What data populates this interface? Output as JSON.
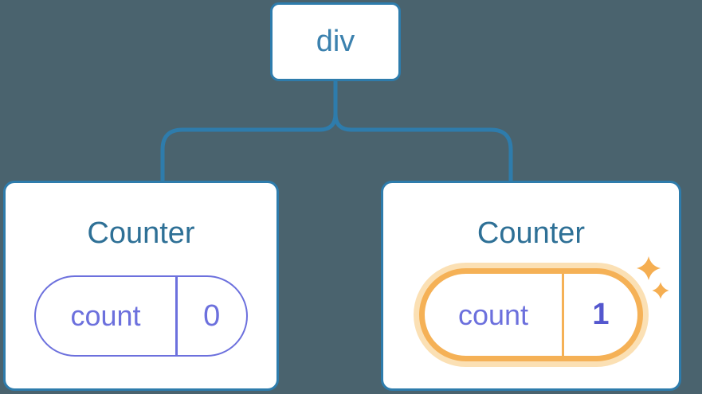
{
  "colors": {
    "background": "#4A636E",
    "connector": "#2E7CAC",
    "node_border": "#2E7CAC",
    "node_bg": "#FFFFFF",
    "root_label": "#3B81AE",
    "title": "#2E7096",
    "pill_border": "#6C70DD",
    "pill_text": "#6C70DD",
    "pill_value_highlight": "#5457CE",
    "highlight": "#F5B156",
    "highlight_halo": "#FBE0B4",
    "sparkle": "#F5AE51"
  },
  "tree": {
    "root": {
      "label": "div"
    },
    "children": [
      {
        "title": "Counter",
        "state": {
          "key": "count",
          "value": "0"
        },
        "highlighted": false
      },
      {
        "title": "Counter",
        "state": {
          "key": "count",
          "value": "1"
        },
        "highlighted": true
      }
    ]
  },
  "icons": {
    "sparkle_large": "sparkle-icon",
    "sparkle_small": "sparkle-icon"
  }
}
